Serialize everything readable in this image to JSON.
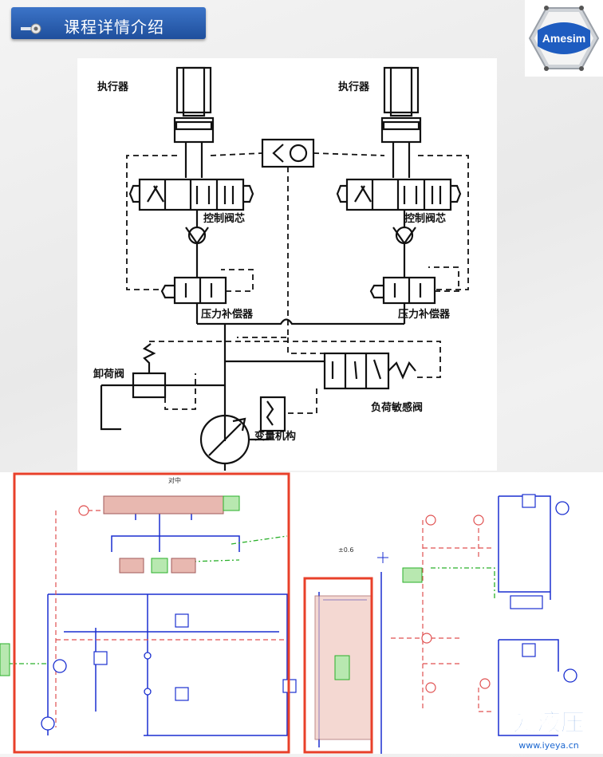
{
  "header": {
    "title": "课程详情介绍"
  },
  "logo": {
    "text": "Amesim"
  },
  "top_diagram": {
    "actuator_left": "执行器",
    "actuator_right": "执行器",
    "control_spool_left": "控制阀芯",
    "control_spool_right": "控制阀芯",
    "compensator_left": "压力补偿器",
    "compensator_right": "压力补偿器",
    "unloading_valve": "卸荷阀",
    "load_sensing_valve": "负荷敏感阀",
    "variable_mechanism": "变量机构"
  },
  "bottom_diagram": {
    "center_label": "对中",
    "tolerance_label": "±0.6"
  },
  "watermark": {
    "brand": "爱液压",
    "url": "www.iyeya.cn"
  },
  "colors": {
    "title_bar": "#2a5fb0",
    "highlight_box": "#e8402a",
    "hydraulic_line": "#1a2fd0",
    "signal_line": "#2ab02a",
    "pilot_line": "#e05050"
  }
}
